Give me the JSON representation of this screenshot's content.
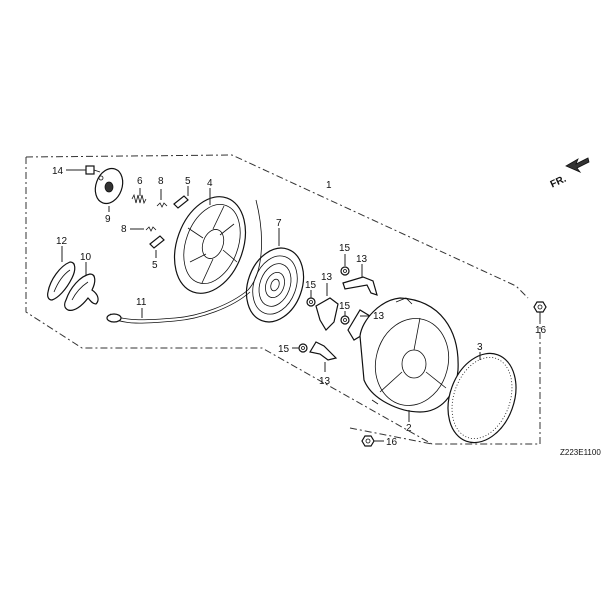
{
  "diagram": {
    "code": "Z223E1100",
    "direction_label": "FR.",
    "callouts": [
      {
        "id": "c1",
        "text": "1"
      },
      {
        "id": "c2",
        "text": "2"
      },
      {
        "id": "c3",
        "text": "3"
      },
      {
        "id": "c4",
        "text": "4"
      },
      {
        "id": "c5a",
        "text": "5"
      },
      {
        "id": "c5b",
        "text": "5"
      },
      {
        "id": "c6",
        "text": "6"
      },
      {
        "id": "c7",
        "text": "7"
      },
      {
        "id": "c8a",
        "text": "8"
      },
      {
        "id": "c8b",
        "text": "8"
      },
      {
        "id": "c9",
        "text": "9"
      },
      {
        "id": "c10",
        "text": "10"
      },
      {
        "id": "c11",
        "text": "11"
      },
      {
        "id": "c12",
        "text": "12"
      },
      {
        "id": "c13a",
        "text": "13"
      },
      {
        "id": "c13b",
        "text": "13"
      },
      {
        "id": "c13c",
        "text": "13"
      },
      {
        "id": "c13d",
        "text": "13"
      },
      {
        "id": "c14",
        "text": "14"
      },
      {
        "id": "c15a",
        "text": "15"
      },
      {
        "id": "c15b",
        "text": "15"
      },
      {
        "id": "c15c",
        "text": "15"
      },
      {
        "id": "c15d",
        "text": "15"
      },
      {
        "id": "c16a",
        "text": "16"
      },
      {
        "id": "c16b",
        "text": "16"
      }
    ]
  }
}
